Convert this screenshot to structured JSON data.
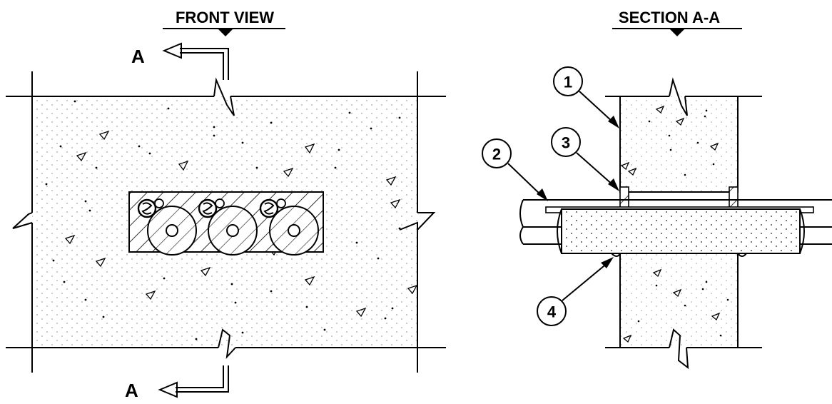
{
  "front_view": {
    "title": "FRONT VIEW",
    "section_top_label": "A",
    "section_bottom_label": "A"
  },
  "section_view": {
    "title": "SECTION A-A",
    "callouts": [
      "1",
      "2",
      "3",
      "4"
    ]
  }
}
